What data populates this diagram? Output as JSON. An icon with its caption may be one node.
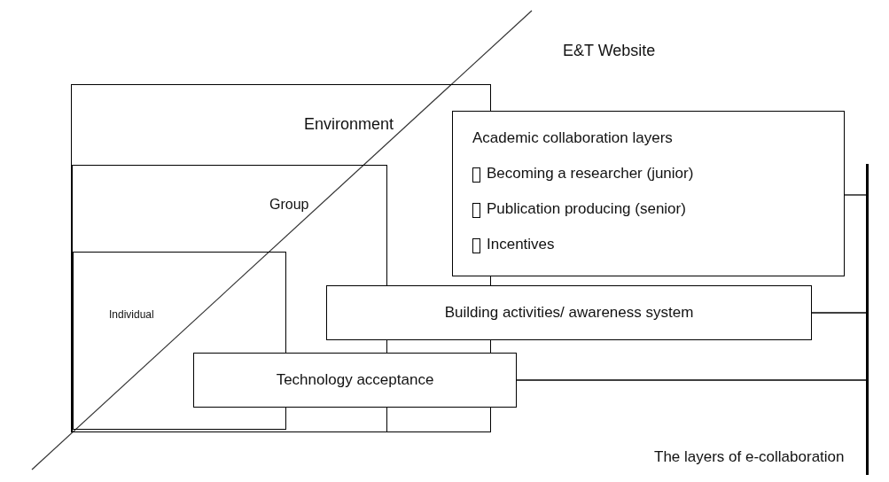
{
  "diagram": {
    "nodes": [
      {
        "text": [
          "Environment"
        ]
      },
      {
        "text": [
          "Group"
        ],
        "in": 0
      },
      {
        "text": [
          "Individual"
        ],
        "in": 1
      },
      {
        "text": [
          "Academic collaboration layers",
          "Becoming a researcher (junior)",
          "Publication producing (senior)",
          "Incentives"
        ]
      },
      {
        "text": [
          "Building activities/ awareness system"
        ]
      },
      {
        "text": [
          "Technology acceptance"
        ]
      },
      {
        "text": [],
        "shape": "bar",
        "beside": [
          "The layers of e-collaboration"
        ]
      }
    ],
    "edges": [
      {
        "from": 3,
        "to": 6,
        "arrow": "none"
      },
      {
        "from": 4,
        "to": 6,
        "arrow": "none"
      },
      {
        "from": 5,
        "to": 6,
        "arrow": "none"
      }
    ],
    "labels": [
      "E&T Website"
    ]
  }
}
